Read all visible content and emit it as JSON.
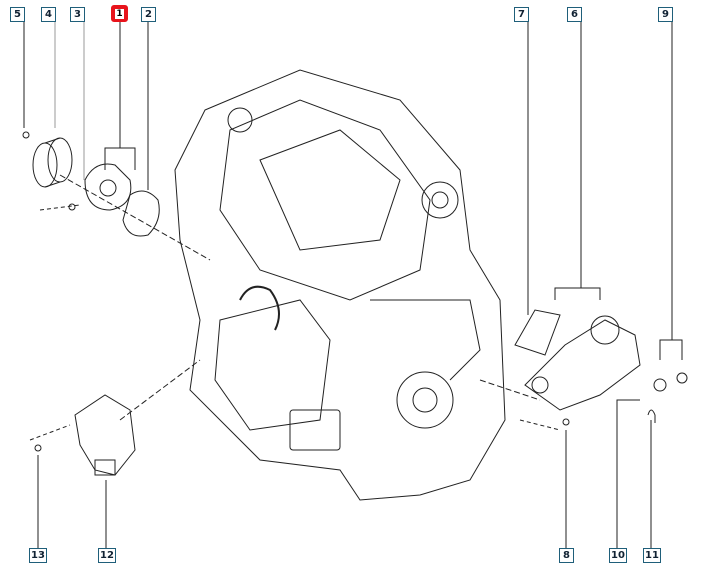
{
  "diagram": {
    "callouts": [
      {
        "id": "5",
        "label": "5"
      },
      {
        "id": "4",
        "label": "4"
      },
      {
        "id": "3",
        "label": "3"
      },
      {
        "id": "1",
        "label": "1",
        "highlighted": true
      },
      {
        "id": "2",
        "label": "2"
      },
      {
        "id": "7",
        "label": "7"
      },
      {
        "id": "6",
        "label": "6"
      },
      {
        "id": "9",
        "label": "9"
      },
      {
        "id": "13",
        "label": "13"
      },
      {
        "id": "12",
        "label": "12"
      },
      {
        "id": "8",
        "label": "8"
      },
      {
        "id": "10",
        "label": "10"
      },
      {
        "id": "11",
        "label": "11"
      }
    ],
    "colors": {
      "callout_border": "#1f5f7a",
      "highlight": "#e8141c",
      "line": "#222222"
    }
  }
}
